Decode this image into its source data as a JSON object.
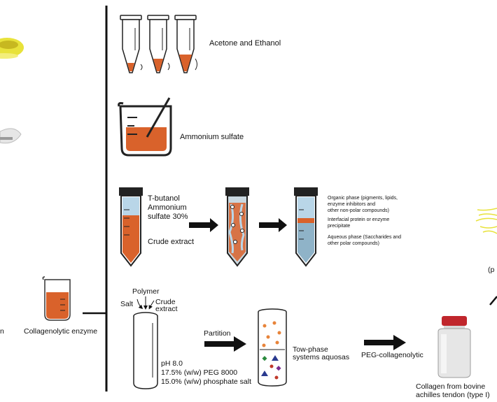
{
  "steps": {
    "solvent_label": "Acetone and Ethanol",
    "salt_label": "Ammonium sulfate",
    "tpp": {
      "reagent_line1": "T-butanol",
      "reagent_line2": "Ammonium",
      "reagent_line3": "sulfate 30%",
      "crude": "Crude extract",
      "organic_line1": "Organic phase (pigments, lipids,",
      "organic_line2": "enzyme inhibitors and",
      "organic_line3": "other non-polar compounds)",
      "interfacial_line1": "Interfacial protein or enzyme",
      "interfacial_line2": "precipitate",
      "aqueous_line1": "Aqueous phase (Saccharides and",
      "aqueous_line2": "other polar compounds)"
    },
    "atps": {
      "polymer": "Polymer",
      "salt": "Salt",
      "crude_line1": "Crude",
      "crude_line2": "extract",
      "ph": "pH 8.0",
      "peg": "17.5% (w/w) PEG 8000",
      "phosphate": "15.0% (w/w) phosphate salt",
      "partition": "Partition",
      "two_phase_line1": "Tow-phase",
      "two_phase_line2": "systems aquosas",
      "peg_enzyme": "PEG-collagenolytic",
      "collagen_line1": "Collagen from bovine",
      "collagen_line2": "achilles tendon (type I)"
    }
  },
  "left_panel": {
    "enzyme_label": "Collagenolytic enzyme",
    "cut_letter": "n",
    "right_fragment": "(p"
  },
  "colors": {
    "orange": "#d9622b",
    "light_blue": "#b9d6e8",
    "steel_blue": "#8fb3c8",
    "dark": "#1a1a1a",
    "yellow": "#e8e23a"
  }
}
